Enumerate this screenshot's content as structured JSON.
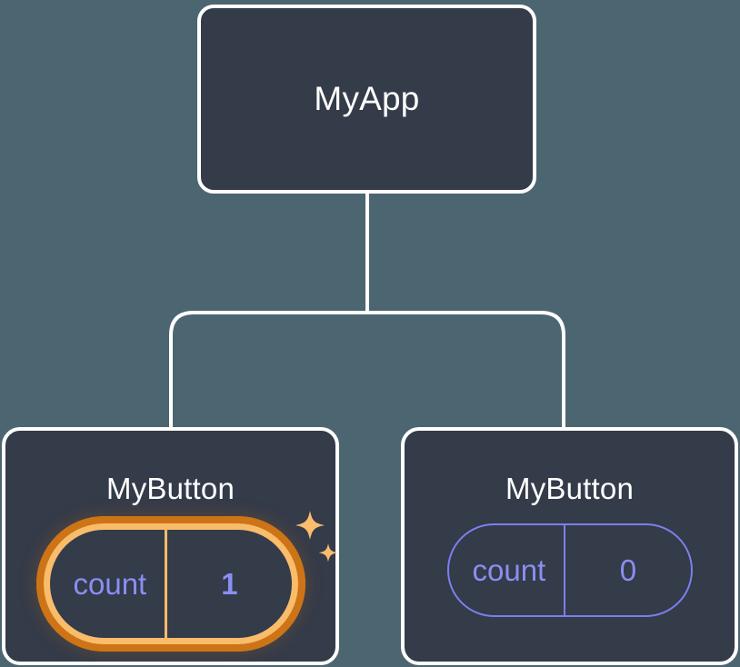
{
  "diagram": {
    "type": "component-tree",
    "background_color": "#4C6671",
    "node_fill_color": "#343B49",
    "node_border_color": "#FFFFFF",
    "connector_color": "#FFFFFF",
    "accent_highlight_color": "#F9BC6A",
    "accent_glow_color": "#CD7417",
    "state_color": "#8B8EF2",
    "title": "MyApp"
  },
  "root": {
    "label": "MyApp"
  },
  "children": [
    {
      "label": "MyButton",
      "state": {
        "key": "count",
        "value": "1"
      },
      "highlighted": true,
      "sparkle_icons": [
        "sparkle-large-icon",
        "sparkle-small-icon"
      ]
    },
    {
      "label": "MyButton",
      "state": {
        "key": "count",
        "value": "0"
      },
      "highlighted": false,
      "sparkle_icons": []
    }
  ]
}
